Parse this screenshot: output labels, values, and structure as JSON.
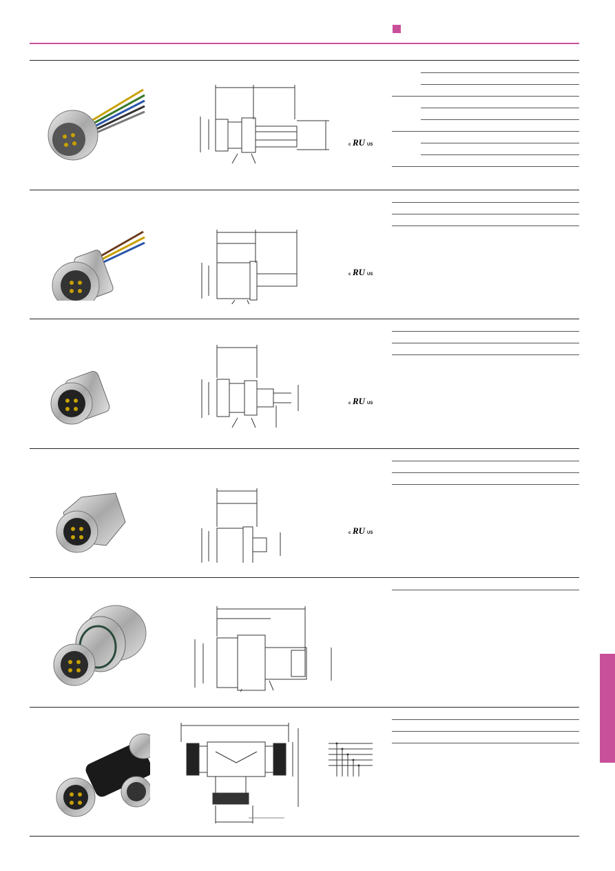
{
  "colors": {
    "accent": "#c8509a",
    "rule": "#222222"
  },
  "header": {
    "marker_icon": "magenta-square-icon"
  },
  "side_tab": {
    "icon": "magenta-tab-marker"
  },
  "products": [
    {
      "photo": "panel-mount-connector-with-wires-photo",
      "drawing": "dimension-drawing",
      "certification": "cURus-mark"
    },
    {
      "photo": "panel-mount-male-connector-with-wires-photo",
      "drawing": "dimension-drawing",
      "certification": "cURus-mark"
    },
    {
      "photo": "panel-mount-connector-pcb-photo",
      "drawing": "dimension-drawing",
      "certification": "cURus-mark"
    },
    {
      "photo": "panel-mount-connector-hex-nut-photo",
      "drawing": "dimension-drawing",
      "certification": "cURus-mark"
    },
    {
      "photo": "feed-through-connector-photo",
      "drawing": "dimension-drawing",
      "certification": ""
    },
    {
      "photo": "t-splitter-connector-photo",
      "drawing": "dimension-drawing",
      "certification": "",
      "wiring": "wiring-schematic"
    }
  ]
}
